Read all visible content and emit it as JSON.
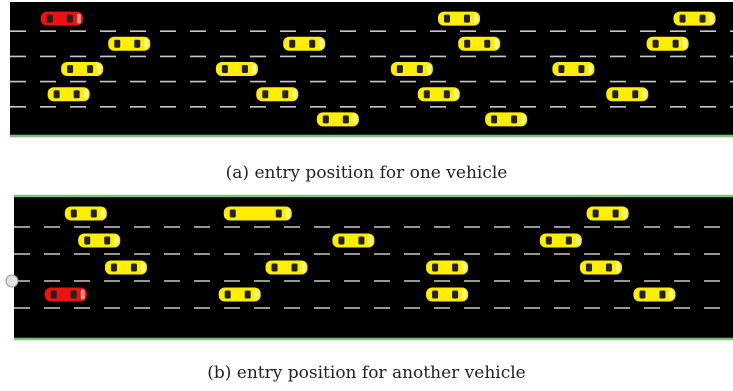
{
  "panels": [
    {
      "id": "a",
      "caption": "(a) entry position for one vehicle",
      "lanes": 5,
      "vehicles": [
        {
          "lane": 0,
          "pos": 0.04,
          "length": "short",
          "color": "red"
        },
        {
          "lane": 0,
          "pos": 0.63,
          "length": "short",
          "color": "yellow"
        },
        {
          "lane": 0,
          "pos": 0.98,
          "length": "short",
          "color": "yellow"
        },
        {
          "lane": 1,
          "pos": 0.14,
          "length": "short",
          "color": "yellow"
        },
        {
          "lane": 1,
          "pos": 0.4,
          "length": "short",
          "color": "yellow"
        },
        {
          "lane": 1,
          "pos": 0.66,
          "length": "short",
          "color": "yellow"
        },
        {
          "lane": 1,
          "pos": 0.94,
          "length": "short",
          "color": "yellow"
        },
        {
          "lane": 2,
          "pos": 0.07,
          "length": "short",
          "color": "yellow"
        },
        {
          "lane": 2,
          "pos": 0.3,
          "length": "short",
          "color": "yellow"
        },
        {
          "lane": 2,
          "pos": 0.56,
          "length": "short",
          "color": "yellow"
        },
        {
          "lane": 2,
          "pos": 0.8,
          "length": "short",
          "color": "yellow"
        },
        {
          "lane": 3,
          "pos": 0.05,
          "length": "short",
          "color": "yellow"
        },
        {
          "lane": 3,
          "pos": 0.36,
          "length": "short",
          "color": "yellow"
        },
        {
          "lane": 3,
          "pos": 0.6,
          "length": "short",
          "color": "yellow"
        },
        {
          "lane": 3,
          "pos": 0.88,
          "length": "short",
          "color": "yellow"
        },
        {
          "lane": 4,
          "pos": 0.45,
          "length": "short",
          "color": "yellow"
        },
        {
          "lane": 4,
          "pos": 0.7,
          "length": "short",
          "color": "yellow"
        }
      ]
    },
    {
      "id": "b",
      "caption": "(b) entry position for another vehicle",
      "lanes": 5,
      "vehicles": [
        {
          "lane": 0,
          "pos": 0.07,
          "length": "short",
          "color": "yellow"
        },
        {
          "lane": 0,
          "pos": 0.32,
          "length": "long",
          "color": "yellow"
        },
        {
          "lane": 0,
          "pos": 0.85,
          "length": "short",
          "color": "yellow"
        },
        {
          "lane": 1,
          "pos": 0.09,
          "length": "short",
          "color": "yellow"
        },
        {
          "lane": 1,
          "pos": 0.47,
          "length": "short",
          "color": "yellow"
        },
        {
          "lane": 1,
          "pos": 0.78,
          "length": "short",
          "color": "yellow"
        },
        {
          "lane": 2,
          "pos": 0.13,
          "length": "short",
          "color": "yellow"
        },
        {
          "lane": 2,
          "pos": 0.37,
          "length": "short",
          "color": "yellow"
        },
        {
          "lane": 2,
          "pos": 0.61,
          "length": "short",
          "color": "yellow"
        },
        {
          "lane": 2,
          "pos": 0.84,
          "length": "short",
          "color": "yellow"
        },
        {
          "lane": 3,
          "pos": 0.04,
          "length": "short",
          "color": "red"
        },
        {
          "lane": 3,
          "pos": 0.3,
          "length": "short",
          "color": "yellow"
        },
        {
          "lane": 3,
          "pos": 0.61,
          "length": "short",
          "color": "yellow"
        },
        {
          "lane": 3,
          "pos": 0.92,
          "length": "short",
          "color": "yellow"
        }
      ],
      "entry_marker": {
        "lane": 3
      }
    }
  ],
  "colors": {
    "road": "#000000",
    "lane_marking": "#c8c8c8",
    "road_edge": "#7fbf7f",
    "yellow_body": "#ffee00",
    "yellow_glass": "#222222",
    "red_body": "#ee1111",
    "entry_marker": "#e0e0e0"
  }
}
